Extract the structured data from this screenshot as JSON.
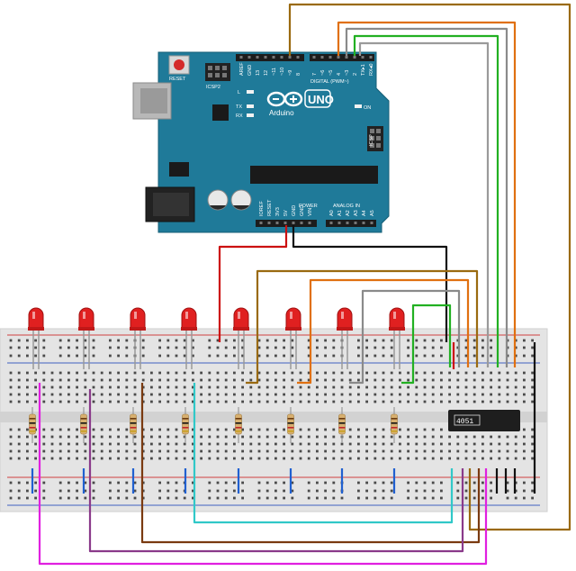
{
  "arduino": {
    "board_color": "#1f7a99",
    "logo_text": "UNO",
    "brand_text": "Arduino",
    "reset_label": "RESET",
    "icsp2_label": "ICSP2",
    "icsp_label": "ICSP",
    "led_labels": [
      "L",
      "TX",
      "RX"
    ],
    "on_label": "ON",
    "digital_label": "DIGITAL (PWM~)",
    "analog_label": "ANALOG IN",
    "power_label": "POWER",
    "top_pin_labels": [
      "AREF",
      "GND",
      "13",
      "12",
      "~11",
      "~10",
      "~9",
      "8",
      "7",
      "~6",
      "~5",
      "4",
      "~3",
      "2",
      "TX▸1",
      "RX◂0"
    ],
    "power_pin_labels": [
      "IOREF",
      "RESET",
      "3V3",
      "5V",
      "GND",
      "GND",
      "VIN"
    ],
    "analog_pin_labels": [
      "A0",
      "A1",
      "A2",
      "A3",
      "A4",
      "A5"
    ]
  },
  "chip": {
    "label": "4051"
  },
  "leds": {
    "count": 8,
    "color": "#e02020"
  },
  "wires": {
    "colors": {
      "red": "#cc1111",
      "black": "#111111",
      "brown_gold": "#9a6a10",
      "orange": "#e07010",
      "gray": "#8a8a8a",
      "green": "#22b022",
      "cyan": "#30c8c8",
      "magenta": "#e020e0",
      "purple": "#8a3a8a",
      "dark_brown": "#7a3a10"
    }
  }
}
